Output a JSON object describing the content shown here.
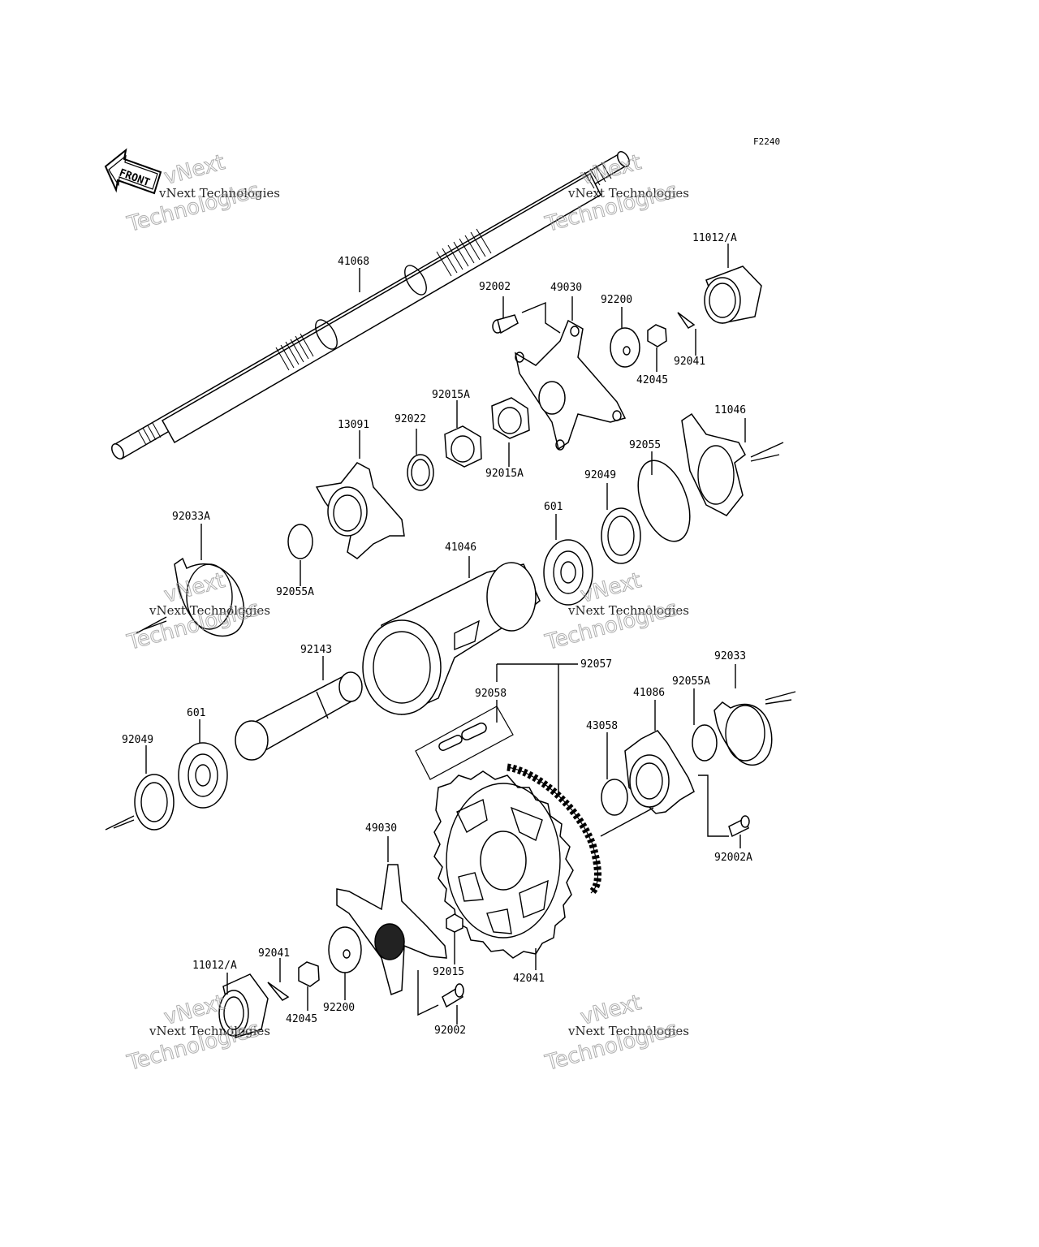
{
  "figure_code": "F2240",
  "front_label": "FRONT",
  "watermark": {
    "line1": "vNext Technologies",
    "line2": "vNext",
    "line3": "Technologies"
  },
  "parts": {
    "p41068": "41068",
    "p11012a_top": "11012/A",
    "p92002_top": "92002",
    "p49030_top": "49030",
    "p92200_top": "92200",
    "p92041_top": "92041",
    "p42045_top": "42045",
    "p92015a_1": "92015A",
    "p92015a_2": "92015A",
    "p92022": "92022",
    "p13091": "13091",
    "p11046": "11046",
    "p92055": "92055",
    "p92049_top": "92049",
    "p601_top": "601",
    "p92033a": "92033A",
    "p92055a_left": "92055A",
    "p41046": "41046",
    "p92143": "92143",
    "p92057": "92057",
    "p92058": "92058",
    "p92033": "92033",
    "p92055a_right": "92055A",
    "p41086": "41086",
    "p43058": "43058",
    "p601_bottom": "601",
    "p92049_bottom": "92049",
    "p92002a": "92002A",
    "p49030_bottom": "49030",
    "p92015": "92015",
    "p42041": "42041",
    "p11012a_bottom": "11012/A",
    "p92041_bottom": "92041",
    "p42045_bottom": "42045",
    "p92200_bottom": "92200",
    "p92002_bottom": "92002"
  }
}
